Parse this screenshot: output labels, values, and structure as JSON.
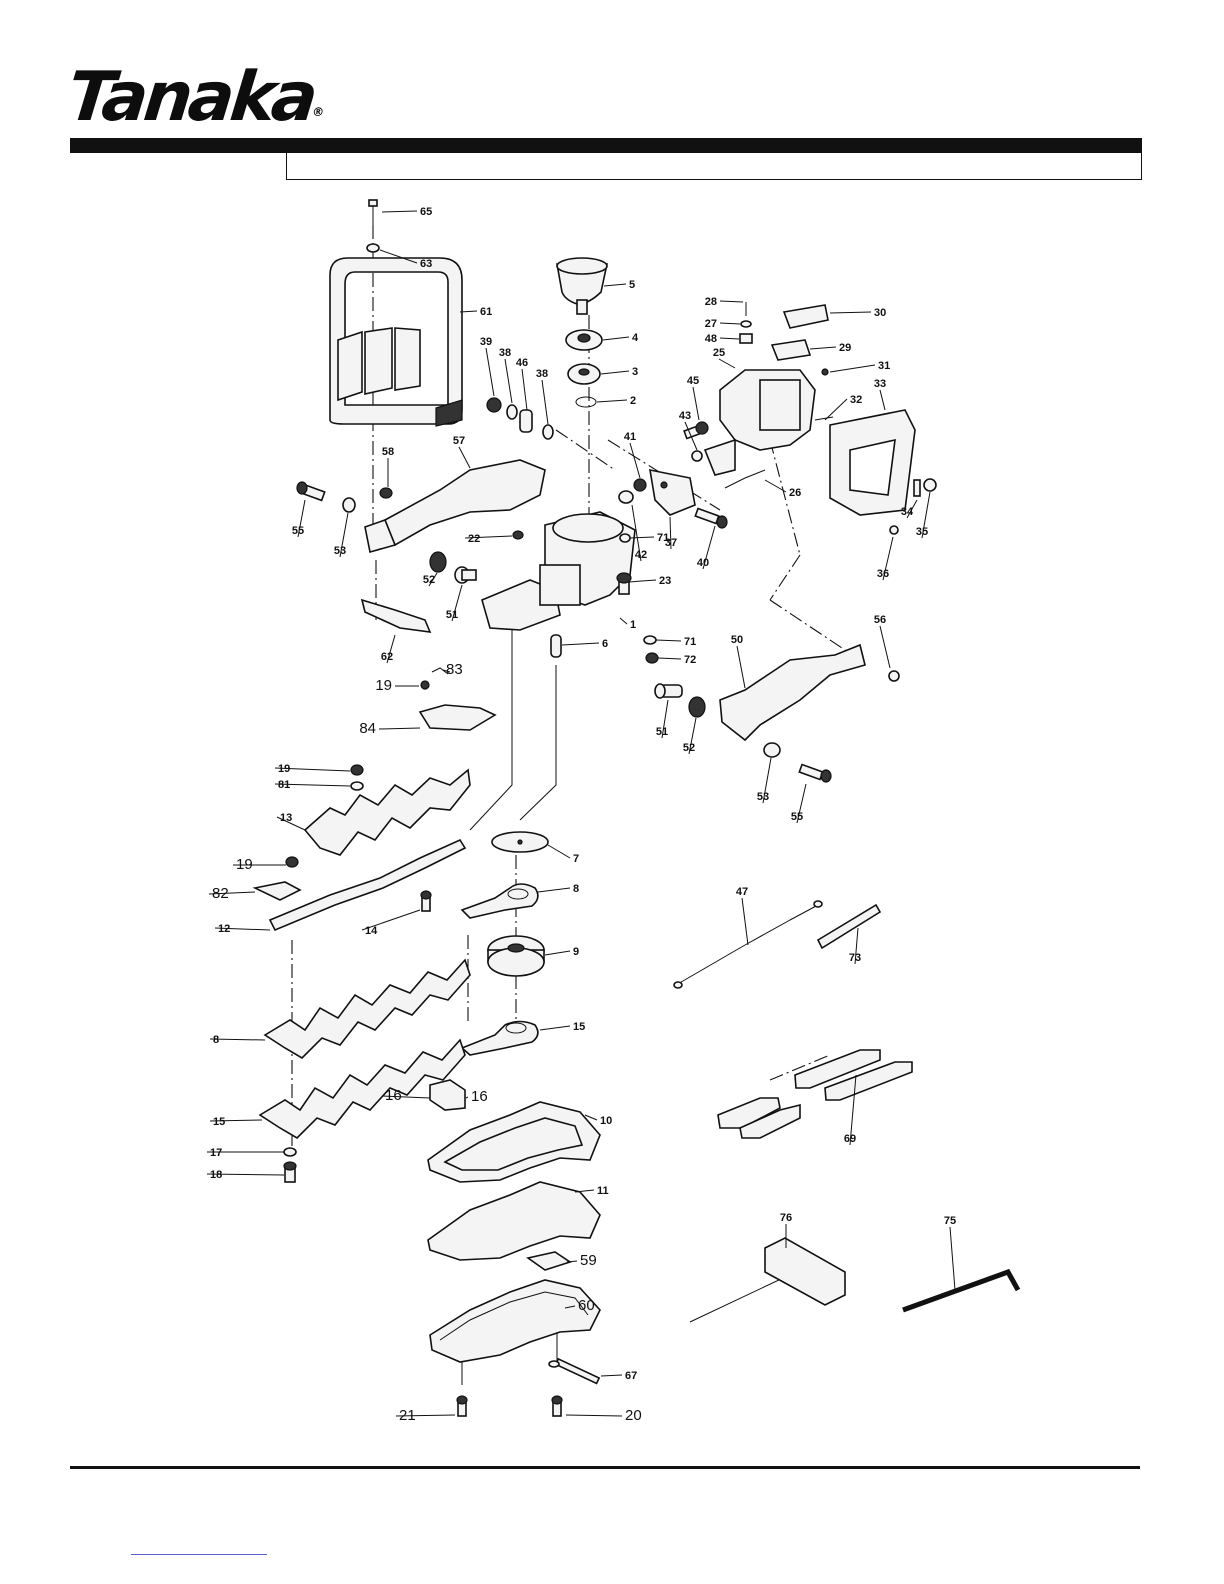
{
  "brand": {
    "logo_text": "Tanaka",
    "registered_mark": "®"
  },
  "callouts": [
    {
      "label": "65"
    },
    {
      "label": "63"
    },
    {
      "label": "61"
    },
    {
      "label": "5"
    },
    {
      "label": "4"
    },
    {
      "label": "3"
    },
    {
      "label": "2"
    },
    {
      "label": "39"
    },
    {
      "label": "38"
    },
    {
      "label": "46"
    },
    {
      "label": "38"
    },
    {
      "label": "28"
    },
    {
      "label": "27"
    },
    {
      "label": "48"
    },
    {
      "label": "30"
    },
    {
      "label": "25"
    },
    {
      "label": "29"
    },
    {
      "label": "31"
    },
    {
      "label": "33"
    },
    {
      "label": "45"
    },
    {
      "label": "32"
    },
    {
      "label": "43"
    },
    {
      "label": "41"
    },
    {
      "label": "26"
    },
    {
      "label": "34"
    },
    {
      "label": "35"
    },
    {
      "label": "36"
    },
    {
      "label": "58"
    },
    {
      "label": "57"
    },
    {
      "label": "55"
    },
    {
      "label": "53"
    },
    {
      "label": "22"
    },
    {
      "label": "42"
    },
    {
      "label": "37"
    },
    {
      "label": "40"
    },
    {
      "label": "71"
    },
    {
      "label": "23"
    },
    {
      "label": "52"
    },
    {
      "label": "51"
    },
    {
      "label": "1"
    },
    {
      "label": "6"
    },
    {
      "label": "71"
    },
    {
      "label": "72"
    },
    {
      "label": "62"
    },
    {
      "label": "56"
    },
    {
      "label": "50"
    },
    {
      "label": "83"
    },
    {
      "label": "19"
    },
    {
      "label": "84"
    },
    {
      "label": "51"
    },
    {
      "label": "52"
    },
    {
      "label": "53"
    },
    {
      "label": "55"
    },
    {
      "label": "19"
    },
    {
      "label": "81"
    },
    {
      "label": "13"
    },
    {
      "label": "7"
    },
    {
      "label": "19"
    },
    {
      "label": "82"
    },
    {
      "label": "8"
    },
    {
      "label": "12"
    },
    {
      "label": "14"
    },
    {
      "label": "9"
    },
    {
      "label": "47"
    },
    {
      "label": "73"
    },
    {
      "label": "15"
    },
    {
      "label": "8"
    },
    {
      "label": "16"
    },
    {
      "label": "16"
    },
    {
      "label": "10"
    },
    {
      "label": "15"
    },
    {
      "label": "69"
    },
    {
      "label": "17"
    },
    {
      "label": "18"
    },
    {
      "label": "11"
    },
    {
      "label": "76"
    },
    {
      "label": "75"
    },
    {
      "label": "59"
    },
    {
      "label": "60"
    },
    {
      "label": "67"
    },
    {
      "label": "21"
    },
    {
      "label": "20"
    }
  ]
}
